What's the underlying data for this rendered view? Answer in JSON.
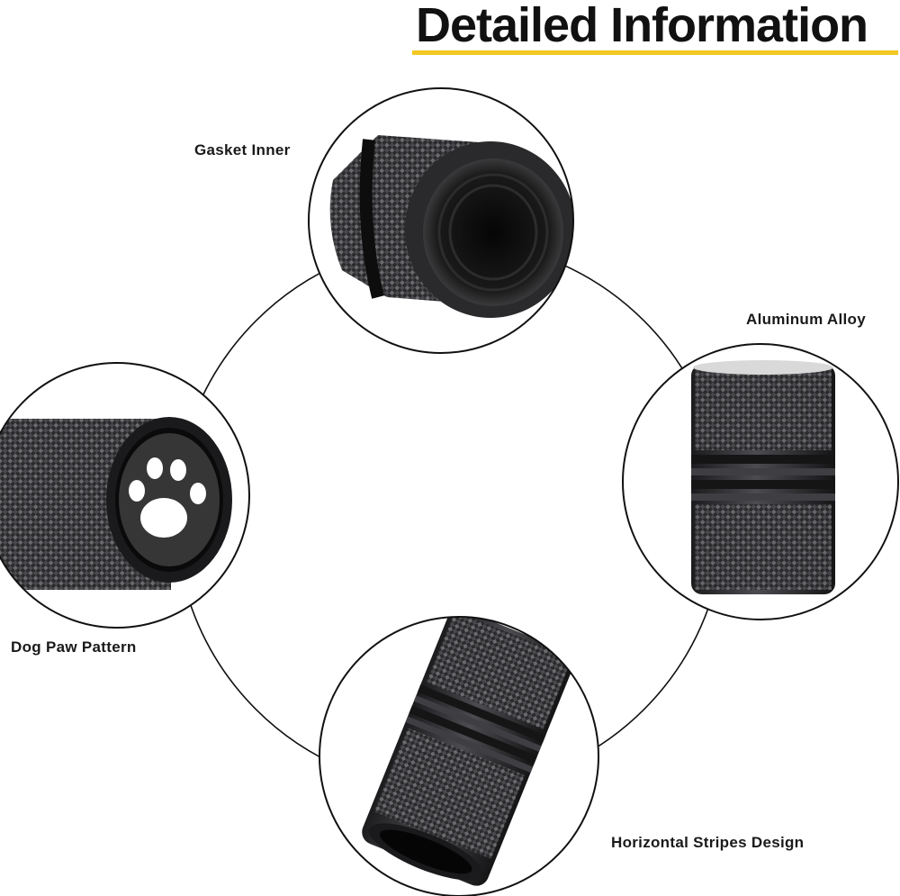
{
  "header": {
    "title": "Detailed Information",
    "underline_color": "#f3c823"
  },
  "features": [
    {
      "label": "Gasket Inner",
      "icon": "valve-cap-open-end-icon"
    },
    {
      "label": "Aluminum Alloy",
      "icon": "valve-cap-side-icon"
    },
    {
      "label": "Dog Paw Pattern",
      "icon": "valve-cap-paw-top-icon"
    },
    {
      "label": "Horizontal Stripes Design",
      "icon": "valve-cap-stripes-icon"
    }
  ],
  "colors": {
    "cap_metal": "#2e2e30",
    "highlight": "#6a6a6e",
    "circle_stroke": "#111111",
    "paw_print": "#ffffff"
  }
}
